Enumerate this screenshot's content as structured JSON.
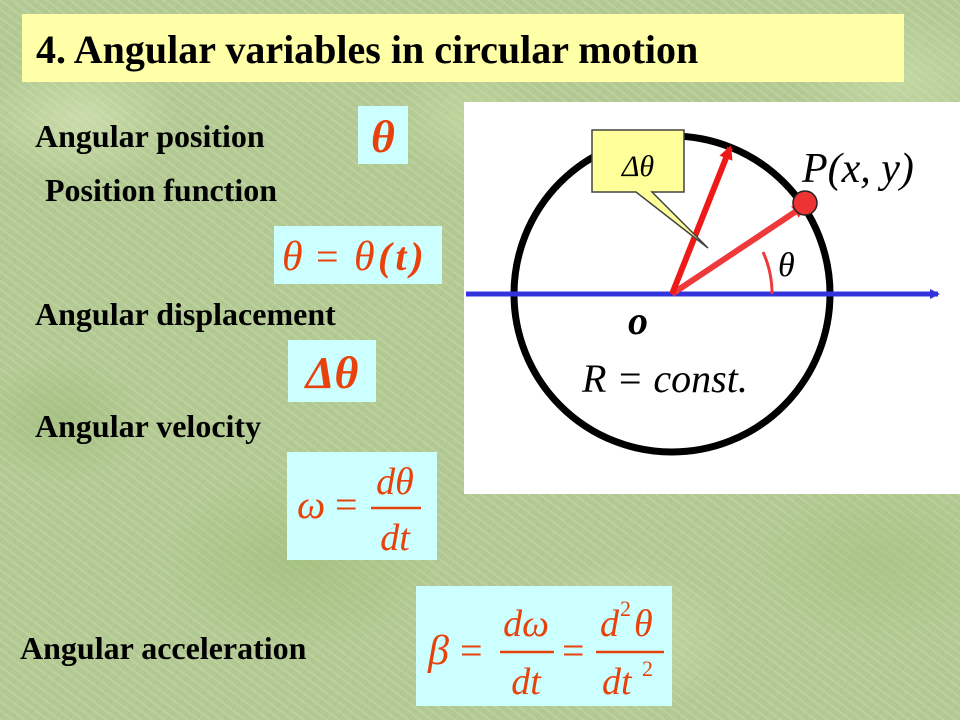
{
  "title": "4. Angular variables in circular motion",
  "labels": {
    "angular_position": "Angular position",
    "position_function": "Position function",
    "angular_displacement": "Angular displacement",
    "angular_velocity": "Angular velocity",
    "angular_acceleration": "Angular acceleration"
  },
  "equations": {
    "theta": "θ",
    "position_function": {
      "lhs": "θ",
      "equals": "=",
      "rhs_func": "θ",
      "rhs_arg": "(t)"
    },
    "delta_theta": "Δθ",
    "omega": {
      "lhs": "ω",
      "equals": "=",
      "num": "dθ",
      "den": "dt"
    },
    "beta": {
      "lhs": "β",
      "equals": "=",
      "num1": "dω",
      "den1": "dt",
      "num2_d": "d",
      "num2_exp": "2",
      "num2_var": "θ",
      "den2_base": "dt",
      "den2_exp": "2"
    }
  },
  "diagram": {
    "callout": "Δθ",
    "point_label": "P(x, y)",
    "angle_label": "θ",
    "origin_label": "o",
    "radius_label": "R = const."
  },
  "colors": {
    "title_bg": "#ffffa8",
    "equation_bg": "#ccffff",
    "callout_bg": "#ffff99",
    "equation_text": "#e8420c",
    "axis": "#3333dd",
    "vector": "#ee1a1a",
    "point": "#ee3333"
  }
}
